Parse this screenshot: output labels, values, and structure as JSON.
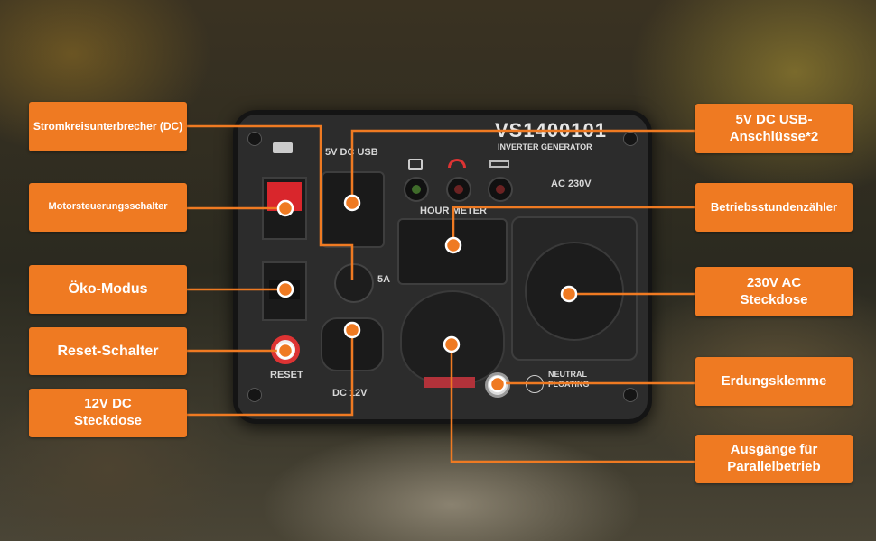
{
  "panel": {
    "model": "VS1400101",
    "subtitle": "INVERTER GENERATOR",
    "usb_label": "5V DC USB",
    "hour_meter_label": "HOUR METER",
    "ac_label": "AC 230V",
    "breaker_label": "5A",
    "reset_label": "RESET",
    "dc_label": "DC 12V",
    "neutral_label": "NEUTRAL\nFLOATING"
  },
  "callouts_left": [
    {
      "label": "Stromkreisunterbrecher (DC)"
    },
    {
      "label": "Motorsteuerungsschalter"
    },
    {
      "label": "Öko-Modus"
    },
    {
      "label": "Reset-Schalter"
    },
    {
      "label": "12V DC Steckdose"
    }
  ],
  "callouts_right": [
    {
      "label": "5V DC USB-Anschlüsse*2"
    },
    {
      "label": "Betriebsstundenzähler"
    },
    {
      "label": "230V AC Steckdose"
    },
    {
      "label": "Erdungsklemme"
    },
    {
      "label": "Ausgänge für Parallelbetrieb"
    }
  ],
  "colors": {
    "accent": "#ef7a22",
    "panel": "#2c2c2c",
    "switch_red": "#d9262c",
    "led_green": "#3f6b2a",
    "led_red": "#6b2222"
  },
  "indicators": [
    "output-plug-icon",
    "overload-gauge-icon",
    "low-oil-icon"
  ]
}
